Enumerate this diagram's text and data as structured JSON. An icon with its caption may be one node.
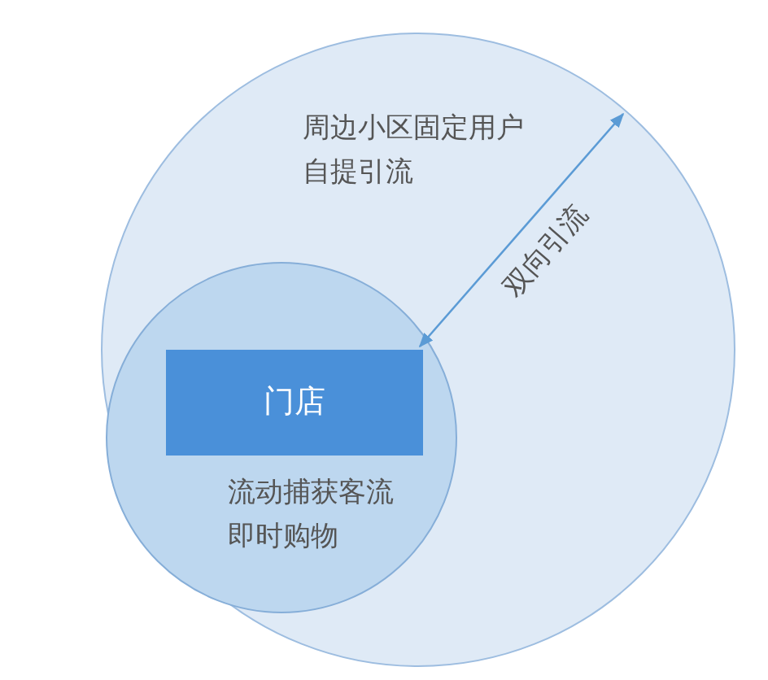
{
  "diagram": {
    "nodes": [
      {
        "text": [
          "周边小区固定用户自提引流"
        ]
      },
      {
        "text": [
          "流动捕获客流即时购物"
        ],
        "in": 0
      },
      {
        "text": [
          "门店"
        ],
        "in": 1
      }
    ],
    "edges": [
      {
        "from": 2,
        "to": 0,
        "arrow": "both",
        "label": "双向引流"
      }
    ]
  }
}
